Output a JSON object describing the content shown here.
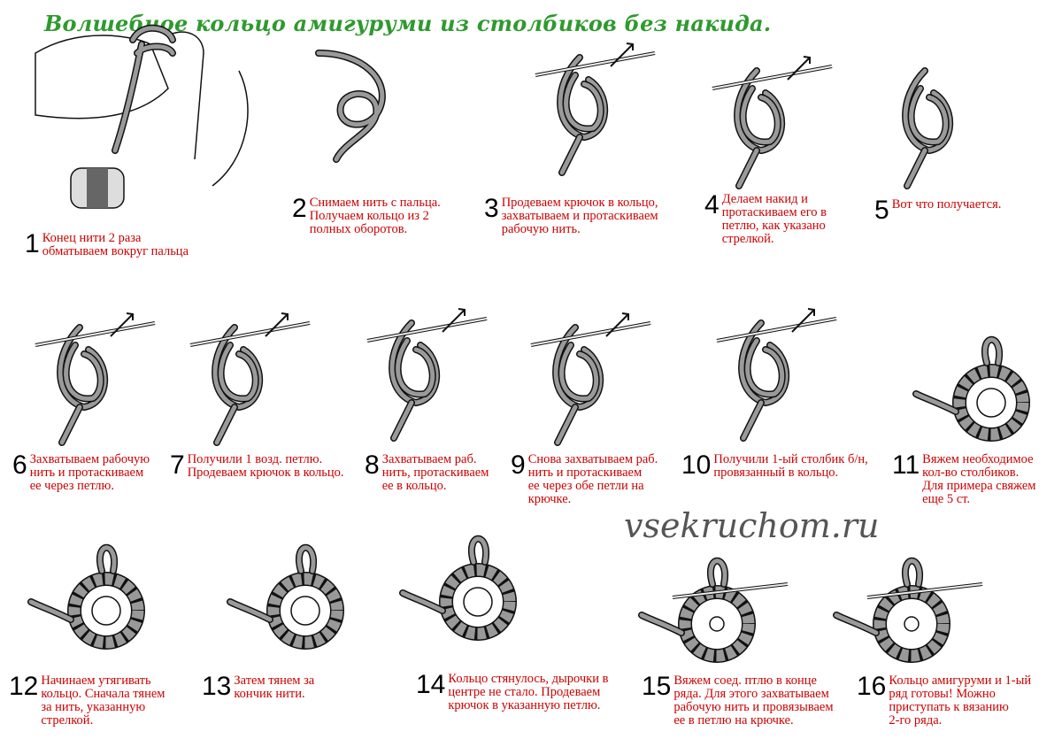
{
  "title": "Волшебное кольцо амигуруми из столбиков без накида.",
  "watermark": "vsekruchom.ru",
  "colors": {
    "title": "#2e9a2e",
    "caption": "#cc0000",
    "thread": "#9a9a9a",
    "thread_dark": "#555555"
  },
  "steps": [
    {
      "num": "1",
      "text": "Конец нити 2 раза\nобматываем вокруг пальца"
    },
    {
      "num": "2",
      "text": "Снимаем нить с пальца.\nПолучаем кольцо из 2\nполных оборотов."
    },
    {
      "num": "3",
      "text": "Продеваем крючок в кольцо,\nзахватываем и протаскиваем\nрабочую нить."
    },
    {
      "num": "4",
      "text": "Делаем накид и\nпротаскиваем его в\nпетлю, как указано\nстрелкой."
    },
    {
      "num": "5",
      "text": "Вот что получается."
    },
    {
      "num": "6",
      "text": "Захватываем рабочую\nнить и протаскиваем\nее через петлю."
    },
    {
      "num": "7",
      "text": "Получили 1 возд. петлю.\nПродеваем крючок в кольцо."
    },
    {
      "num": "8",
      "text": "Захватываем раб.\nнить, протаскиваем\nее в кольцо."
    },
    {
      "num": "9",
      "text": "Снова захватываем раб.\nнить и протаскиваем\nее через обе петли на\nкрючке."
    },
    {
      "num": "10",
      "text": "Получили 1-ый столбик б/н,\nпровязанный в кольцо."
    },
    {
      "num": "11",
      "text": "Вяжем необходимое\nкол-во столбиков.\nДля примера свяжем\nеще 5 ст."
    },
    {
      "num": "12",
      "text": "Начинаем утягивать\nкольцо. Сначала тянем\nза нить, указанную\nстрелкой."
    },
    {
      "num": "13",
      "text": "Затем тянем за\nкончик нити."
    },
    {
      "num": "14",
      "text": "Кольцо стянулось, дырочки в\nцентре не стало. Продеваем\nкрючок в указанную петлю."
    },
    {
      "num": "15",
      "text": "Вяжем соед. птлю в конце\nряда. Для этого захватываем\nрабочую нить и провязываем\nее в петлю на крючке."
    },
    {
      "num": "16",
      "text": "Кольцо амигуруми и 1-ый\nряд готовы! Можно\nприступать к вязанию\n2-го ряда."
    }
  ]
}
